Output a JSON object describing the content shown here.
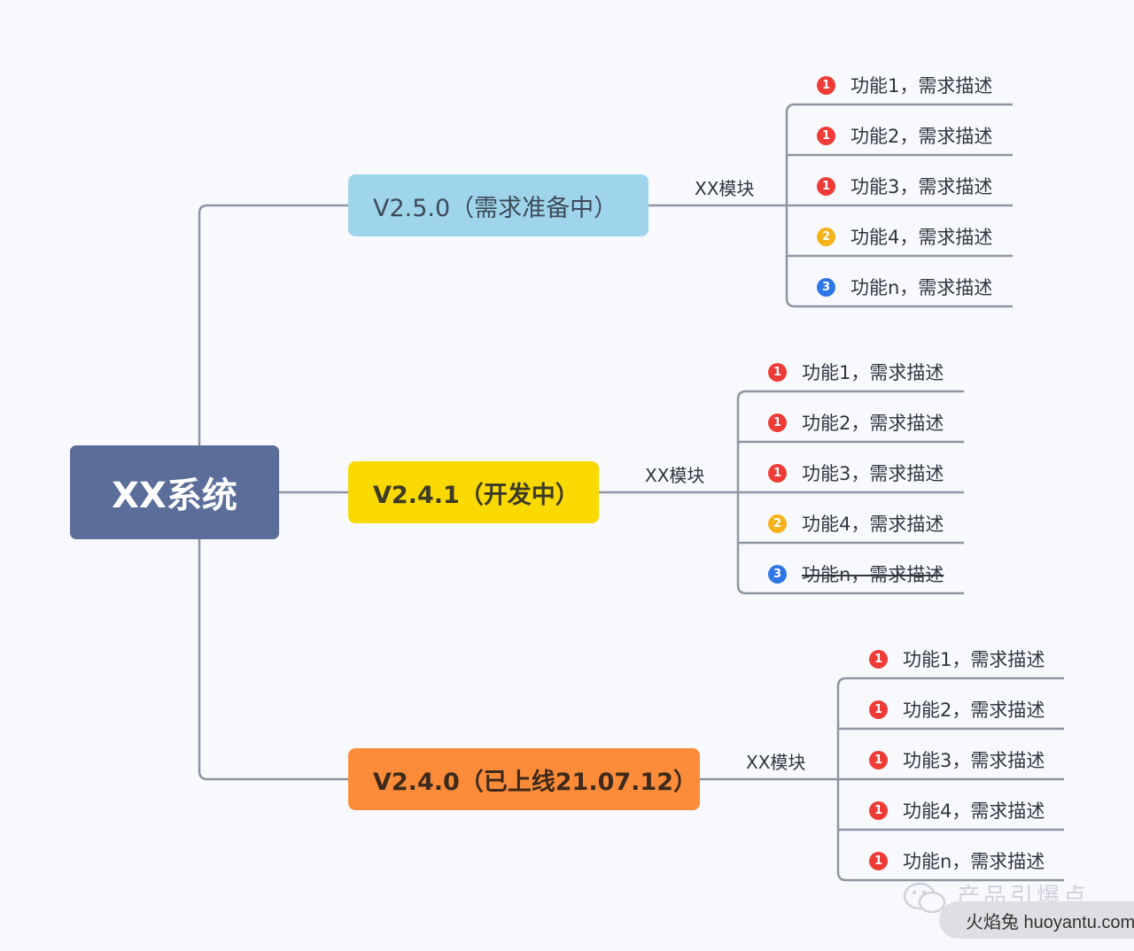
{
  "root": {
    "label": "XX系统",
    "color": "#5a6e99"
  },
  "colors": {
    "connector": "#8e96a3",
    "badge_priority_1": "#ef3b36",
    "badge_priority_2": "#f5b21b",
    "badge_priority_3": "#2f76e6"
  },
  "branches": [
    {
      "label": "V2.5.0（需求准备中）",
      "bold": false,
      "fill": "#9fd5ea",
      "text_color": "#3d4a5a",
      "module": "XX模块",
      "features": [
        {
          "priority": 1,
          "text": "功能1，需求描述"
        },
        {
          "priority": 1,
          "text": "功能2，需求描述"
        },
        {
          "priority": 1,
          "text": "功能3，需求描述"
        },
        {
          "priority": 2,
          "text": "功能4，需求描述"
        },
        {
          "priority": 3,
          "text": "功能n，需求描述"
        }
      ]
    },
    {
      "label": "V2.4.1（开发中）",
      "bold": true,
      "fill": "#fad900",
      "text_color": "#3d3a26",
      "module": "XX模块",
      "features": [
        {
          "priority": 1,
          "text": "功能1，需求描述"
        },
        {
          "priority": 1,
          "text": "功能2，需求描述"
        },
        {
          "priority": 1,
          "text": "功能3，需求描述"
        },
        {
          "priority": 2,
          "text": "功能4，需求描述"
        },
        {
          "priority": 3,
          "text": "功能n，需求描述",
          "strikethrough": true
        }
      ]
    },
    {
      "label": "V2.4.0（已上线21.07.12）",
      "bold": true,
      "fill": "#fd8c3a",
      "text_color": "#3d2a1c",
      "module": "XX模块",
      "features": [
        {
          "priority": 1,
          "text": "功能1，需求描述"
        },
        {
          "priority": 1,
          "text": "功能2，需求描述"
        },
        {
          "priority": 1,
          "text": "功能3，需求描述"
        },
        {
          "priority": 1,
          "text": "功能4，需求描述"
        },
        {
          "priority": 1,
          "text": "功能n，需求描述"
        }
      ]
    }
  ],
  "watermark": {
    "account": "产品引爆点",
    "site": "火焰兔 huoyantu.com",
    "icon": "wechat-icon"
  }
}
